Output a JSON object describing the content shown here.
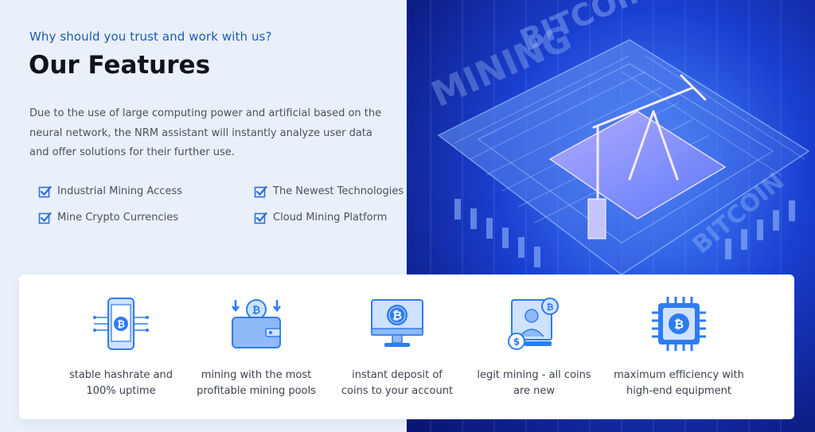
{
  "header": {
    "subtitle": "Why should you trust and work with us?",
    "title": "Our Features",
    "description": "Due to the use of large computing power and artificial based on the neural network, the NRM assistant will instantly analyze user data and offer solutions for their further use."
  },
  "features": [
    "Industrial Mining Access",
    "The Newest Technologies",
    "Mine Crypto Currencies",
    "Cloud Mining Platform"
  ],
  "cards": [
    {
      "icon": "phone-bitcoin-icon",
      "line1": "stable hashrate and",
      "line2": "100% uptime"
    },
    {
      "icon": "wallet-bitcoin-icon",
      "line1": "mining with the most",
      "line2": "profitable mining pools"
    },
    {
      "icon": "monitor-bitcoin-icon",
      "line1": "instant deposit of",
      "line2": "coins to your account"
    },
    {
      "icon": "user-bitcoin-icon",
      "line1": "legit mining - all coins",
      "line2": "are new"
    },
    {
      "icon": "chip-bitcoin-icon",
      "line1": "maximum efficiency with",
      "line2": "high-end equipment"
    }
  ],
  "hero": {
    "overlay_text_1": "BITCOIN",
    "overlay_text_2": "MINING",
    "overlay_text_3": "BITCOIN"
  },
  "colors": {
    "accent": "#1a5bb8",
    "icon_blue": "#2f7cf0",
    "icon_light": "#cfe2ff",
    "background": "#e9f0f9"
  }
}
